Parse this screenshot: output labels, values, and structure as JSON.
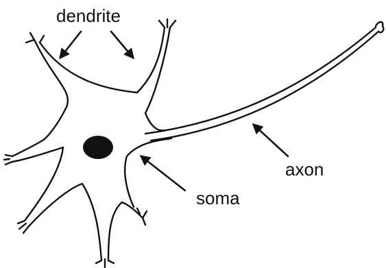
{
  "diagram": {
    "labels": {
      "dendrite": "dendrite",
      "soma": "soma",
      "axon": "axon"
    },
    "colors": {
      "ink": "#111111",
      "background": "#ffffff"
    }
  }
}
